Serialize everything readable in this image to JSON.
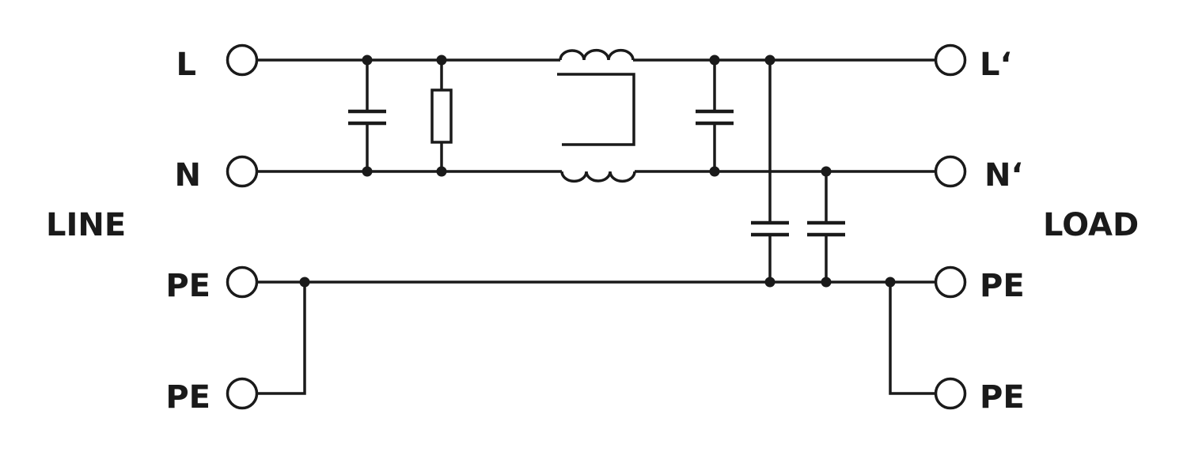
{
  "terminals": {
    "line": {
      "l": "L",
      "n": "N",
      "pe1": "PE",
      "pe2": "PE"
    },
    "load": {
      "l": "L‘",
      "n": "N‘",
      "pe1": "PE",
      "pe2": "PE"
    }
  },
  "sides": {
    "line": "LINE",
    "load": "LOAD"
  }
}
